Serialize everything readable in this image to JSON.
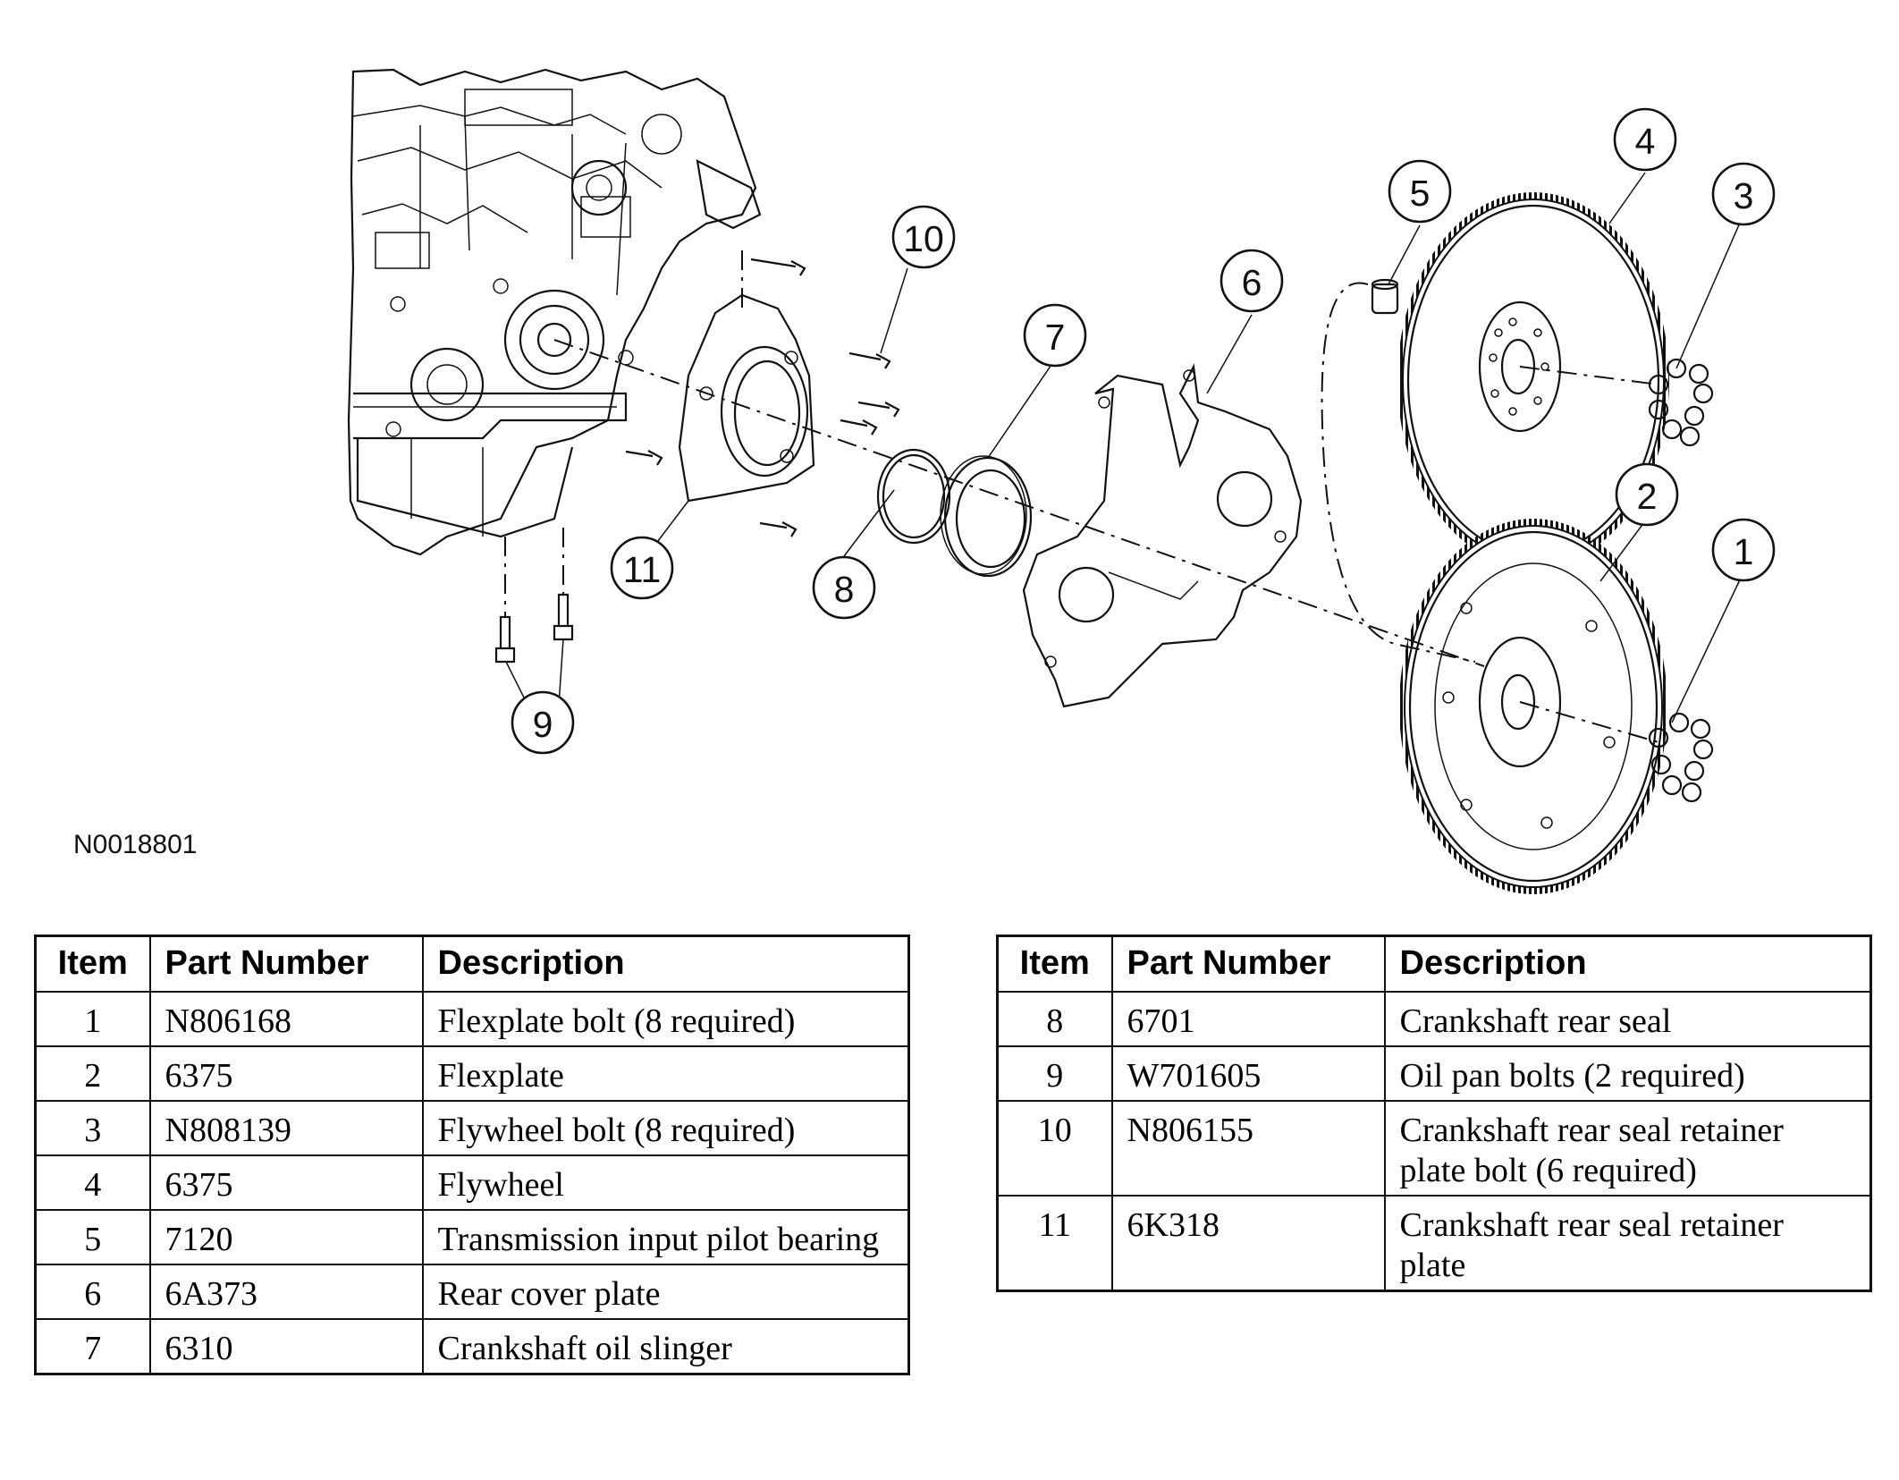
{
  "figure_id": "N0018801",
  "callouts": [
    "1",
    "2",
    "3",
    "4",
    "5",
    "6",
    "7",
    "8",
    "9",
    "10",
    "11"
  ],
  "tables": [
    {
      "headers": [
        "Item",
        "Part Number",
        "Description"
      ],
      "rows": [
        {
          "item": "1",
          "part": "N806168",
          "desc": "Flexplate bolt (8 required)"
        },
        {
          "item": "2",
          "part": "6375",
          "desc": "Flexplate"
        },
        {
          "item": "3",
          "part": "N808139",
          "desc": "Flywheel bolt (8 required)"
        },
        {
          "item": "4",
          "part": "6375",
          "desc": "Flywheel"
        },
        {
          "item": "5",
          "part": "7120",
          "desc": "Transmission input pilot bearing"
        },
        {
          "item": "6",
          "part": "6A373",
          "desc": "Rear cover plate"
        },
        {
          "item": "7",
          "part": "6310",
          "desc": "Crankshaft oil slinger"
        }
      ]
    },
    {
      "headers": [
        "Item",
        "Part Number",
        "Description"
      ],
      "rows": [
        {
          "item": "8",
          "part": "6701",
          "desc": "Crankshaft rear seal"
        },
        {
          "item": "9",
          "part": "W701605",
          "desc": "Oil pan bolts (2 required)"
        },
        {
          "item": "10",
          "part": "N806155",
          "desc": "Crankshaft rear seal retainer plate bolt (6 required)"
        },
        {
          "item": "11",
          "part": "6K318",
          "desc": "Crankshaft rear seal retainer plate"
        }
      ]
    }
  ]
}
